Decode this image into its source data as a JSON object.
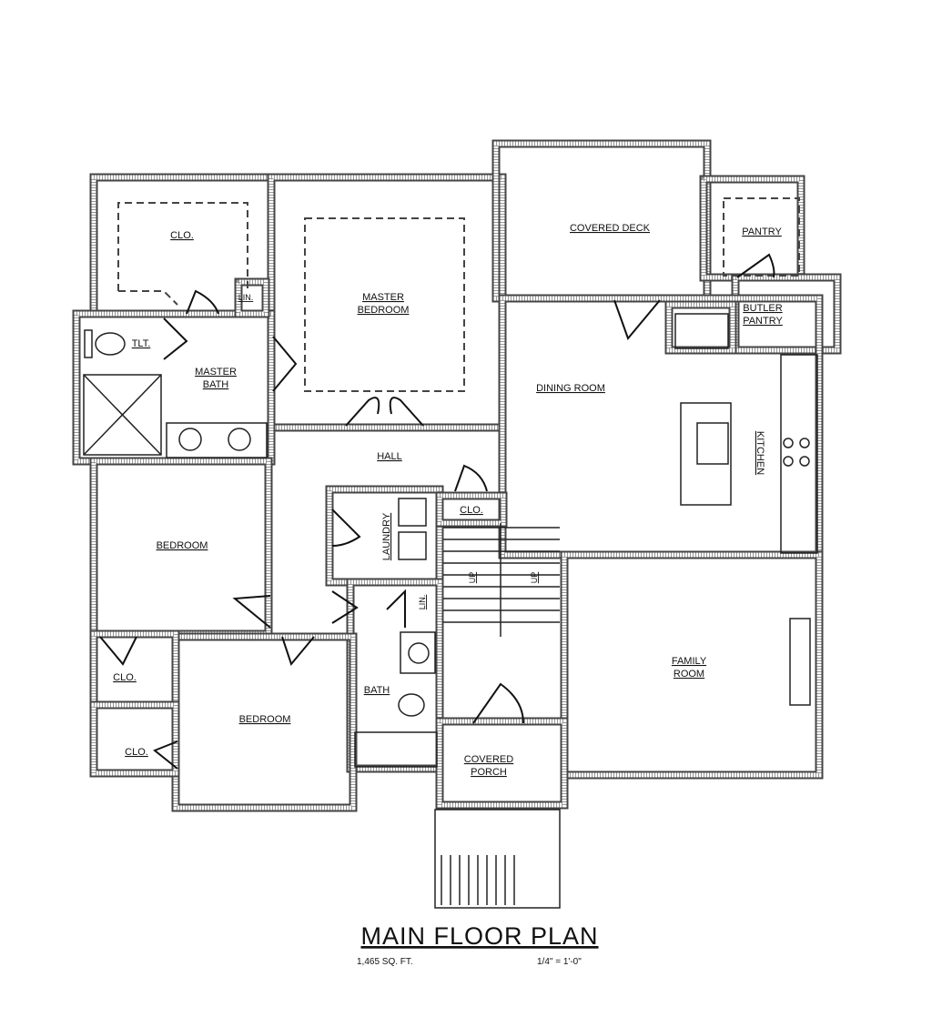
{
  "rooms": {
    "master_closet": "CLO.",
    "linen_master": "LIN.",
    "toilet": "TLT.",
    "master_bath_1": "MASTER",
    "master_bath_2": "BATH",
    "master_bedroom_1": "MASTER",
    "master_bedroom_2": "BEDROOM",
    "covered_deck": "COVERED DECK",
    "pantry": "PANTRY",
    "butler_pantry_1": "BUTLER",
    "butler_pantry_2": "PANTRY",
    "dining_room": "DINING ROOM",
    "kitchen": "KITCHEN",
    "hall": "HALL",
    "laundry": "LAUNDRY",
    "hall_closet": "CLO.",
    "stairs_up_1": "UP",
    "stairs_up_2": "UP",
    "linen_bath": "LIN.",
    "bedroom_1": "BEDROOM",
    "bedroom_1_closet": "CLO.",
    "bedroom_2_closet": "CLO.",
    "bedroom_2": "BEDROOM",
    "bath": "BATH",
    "covered_porch_1": "COVERED",
    "covered_porch_2": "PORCH",
    "family_room_1": "FAMILY",
    "family_room_2": "ROOM"
  },
  "title": {
    "main": "MAIN FLOOR PLAN",
    "area": "1,465 SQ. FT.",
    "scale": "1/4\" = 1'-0\""
  }
}
